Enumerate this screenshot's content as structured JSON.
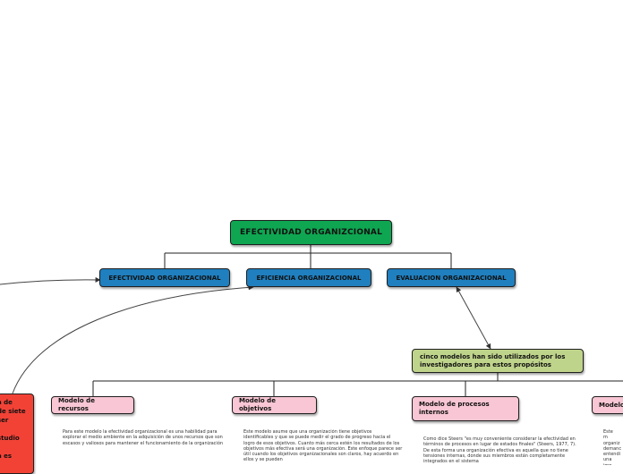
{
  "map": {
    "root": "EFECTIVIDAD ORGANIZCIONAL",
    "level1": [
      "EFECTIVIDAD ORGANIZACIONAL",
      "EFICIENCIA ORGANIZACIONAL",
      "EVALUACION ORGANIZACIONAL"
    ],
    "models_node": "cinco modelos han sido utilizados por los investigadores para estos propósitos",
    "models": [
      {
        "title": "Modelo de recursos",
        "note": "Para este modelo la efectividad organizacional es una habilidad para explorar el medio ambiente en la adquisición de unos recursos que son escasos y valiosos para mantener el funcionamiento de la organización"
      },
      {
        "title": "Modelo de objetivos",
        "note": "Este modelo asume que una organización tiene objetivos identificables y que se puede medir el grado de progreso hacia el logro de esos objetivos. Cuanto más cerca estén los resultados de los objetivos más efectiva será una organización. Este enfoque parece ser útil cuando los objetivos organizacionales son claros, hay acuerdo en ellos y se pueden"
      },
      {
        "title": "Modelo de procesos internos",
        "note": "Como dice Steers \"es muy conveniente considerar la efectividad en términos de procesos en lugar de estados finales\" (Steers, 1977, 7). De esta forma una organización efectiva es aquella que no tiene tensiones internas, donde sus miembros están completamente integrados en el sistema"
      },
      {
        "title": "Modelo",
        "note": "Este m organiz demanc entendi una imp cliente"
      }
    ],
    "red_node": {
      "lines": [
        "a de",
        "de siete",
        "ser",
        "",
        "studio",
        "",
        "a es"
      ]
    }
  },
  "colors": {
    "root": "#0ea651",
    "level1": "#1f7fbf",
    "models_node": "#bfd48b",
    "model": "#f8c6d4",
    "red": "#f24236"
  }
}
